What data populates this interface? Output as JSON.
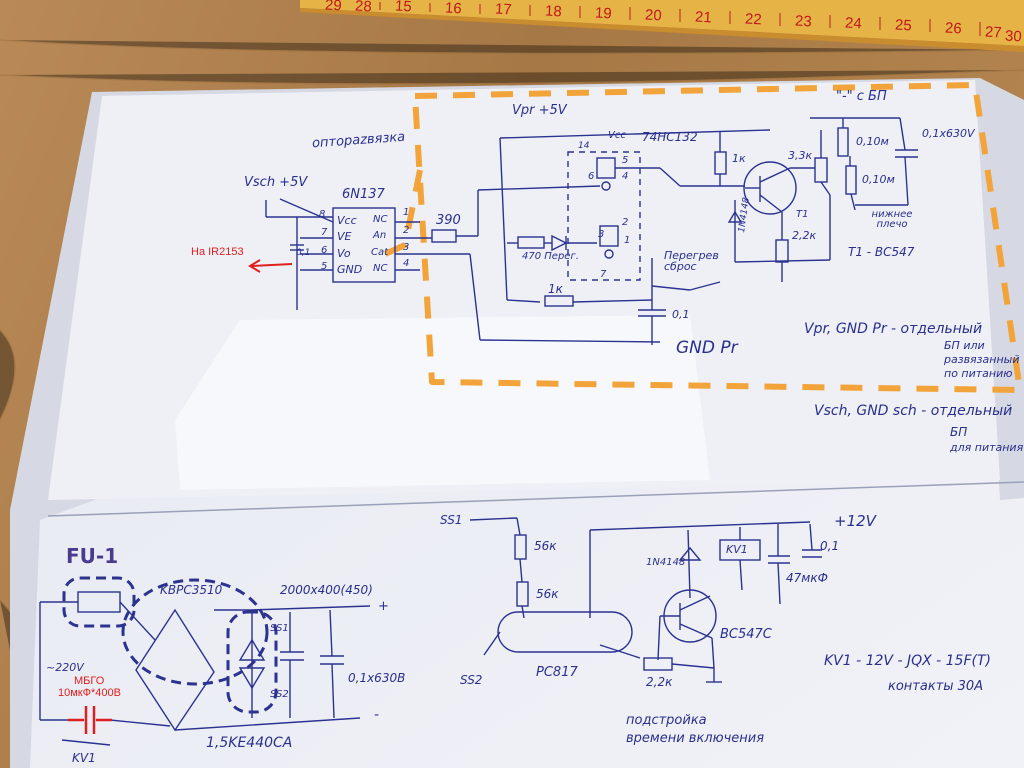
{
  "ruler": {
    "numbers": [
      "15",
      "16",
      "17",
      "18",
      "19",
      "20",
      "21",
      "22",
      "23",
      "24",
      "25",
      "26",
      "27",
      "28",
      "29",
      "30"
    ]
  },
  "upper": {
    "optocoupler_label": "оптораzвязка",
    "vsch": "Vsch +5V",
    "ic_name": "6N137",
    "ic_pins_left": [
      "Vcc",
      "VE",
      "Vo",
      "GND"
    ],
    "ic_pins_right": [
      "NC",
      "An",
      "Cat",
      "NC"
    ],
    "ic_pin_numbers_left": [
      "8",
      "7",
      "6",
      "5"
    ],
    "ic_pin_numbers_right": [
      "1",
      "2",
      "3",
      "4"
    ],
    "cap_small": "0,1",
    "to_driver": "На IR2153",
    "r_390": "390",
    "vpr": "Vpr +5V",
    "vcc_label": "Vcc",
    "logic_ic": "74HC132",
    "gate_pins": [
      "14",
      "5",
      "6",
      "4",
      "2",
      "3",
      "1",
      "7"
    ],
    "led_res": "470 Перег.",
    "reset_label": "Перегрев сброс",
    "r_1k_bottom": "1к",
    "cap_01": "0,1",
    "gnd_pr": "GND Pr",
    "r_1k_top": "1к",
    "diode": "1N4148",
    "r_22k": "2,2к",
    "r_33k": "3,3к",
    "t1_label": "T1",
    "t1_type": "T1 - BC547",
    "minus_bp": "\"-\" с БП",
    "shunt1": "0,10м",
    "shunt2": "0,10м",
    "cap_630": "0,1х630V",
    "lower_arm": "нижнее плечо",
    "note_pr_line1": "Vpr, GND Pr - отдельный",
    "note_pr_line2": "БП или",
    "note_pr_line3": "развязанный",
    "note_pr_line4": "по питанию",
    "note_sch_line1": "Vsch, GND sch - отдельный",
    "note_sch_line2": "БП",
    "note_sch_line3": "для питания"
  },
  "lower": {
    "fuse": "FU-1",
    "bridge": "KBPC3510",
    "caps": "2000х400(450)",
    "plus": "+",
    "minus": "-",
    "ss1": "SS1",
    "ss2": "SS2",
    "ac": "~220V",
    "mbgo": "МБГО",
    "mbgo_value": "10мкФ*400В",
    "kv1_contact": "KV1",
    "tvs": "1,5KE440CA",
    "cap_630b": "0,1х630В",
    "r56a": "56к",
    "r56b": "56к",
    "opto": "PC817",
    "ss1b": "SS1",
    "ss2b": "SS2",
    "diode": "1N4148",
    "relay": "KV1",
    "transistor": "BC547C",
    "plus12": "+12V",
    "cap_01": "0,1",
    "cap_47": "47мкФ",
    "trim": "2,2к",
    "trim_note1": "подстройка",
    "trim_note2": "времени включения",
    "relay_note1": "KV1 - 12V - JQX - 15F(T)",
    "relay_note2": "контакты 30А"
  }
}
